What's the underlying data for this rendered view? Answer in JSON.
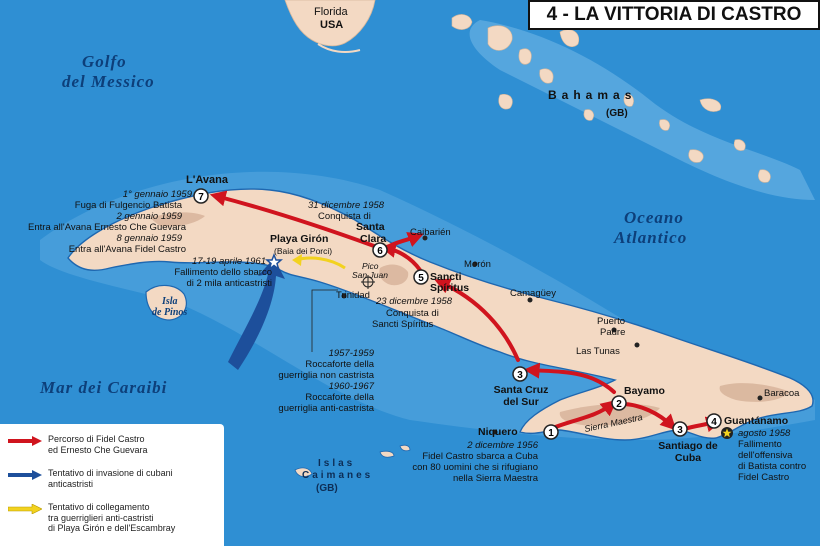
{
  "title": "4 - LA VITTORIA DI CASTRO",
  "colors": {
    "sea": "#2f8fd3",
    "land": "#f3d9c3",
    "castro_route": "#d0141e",
    "invasion": "#1d4f9b",
    "connection": "#f2d21f",
    "shore_shadow": "#1e67b0"
  },
  "seas": {
    "gulf_1": "Golfo",
    "gulf_2": "del Messico",
    "caribbean": "Mar dei Caraibi",
    "ocean_1": "Oceano",
    "ocean_2": "Atlantico"
  },
  "regions": {
    "florida_1": "Florida",
    "florida_2": "USA",
    "bahamas": "Bahamas",
    "bahamas_gb": "(GB)",
    "pinos_1": "Isla",
    "pinos_2": "de Pinos",
    "caimanes_1": "Islas",
    "caimanes_2": "Caimanes",
    "caimanes_gb": "(GB)"
  },
  "places": {
    "moron": "Morón",
    "camaguey": "Camagüey",
    "puerto_padre_1": "Puerto",
    "puerto_padre_2": "Padre",
    "las_tunas": "Las Tunas",
    "baracoa": "Baracoa",
    "caibarien": "Caibarién",
    "trinidad": "Trinidad",
    "pico_1": "Pico",
    "pico_2": "San Juan",
    "sierra": "Sierra Maestra"
  },
  "stops": [
    {
      "n": "1",
      "name": "Niquero",
      "date": "2 dicembre 1956",
      "notes": [
        "Fidel Castro sbarca a Cuba",
        "con 80 uomini che si rifugiano",
        "nella Sierra Maestra"
      ]
    },
    {
      "n": "2",
      "name": "Bayamo"
    },
    {
      "n": "3",
      "name": "Santiago de Cuba",
      "alt_name_1": "Santa Cruz",
      "alt_name_2": "del Sur"
    },
    {
      "n": "4",
      "name": "Guantánamo",
      "date": "agosto 1958",
      "notes": [
        "Fallimento",
        "dell'offensiva",
        "di Batista contro",
        "Fidel Castro"
      ]
    },
    {
      "n": "5",
      "name_1": "Sancti",
      "name_2": "Spíritus",
      "date": "23 dicembre 1958",
      "notes": [
        "Conquista di",
        "Sancti Spíritus"
      ]
    },
    {
      "n": "6",
      "name_1": "Santa",
      "name_2": "Clara",
      "date": "31 dicembre 1958",
      "note": "Conquista di"
    },
    {
      "n": "7",
      "name": "L'Avana",
      "date1": "1° gennaio 1959",
      "note1": "Fuga di Fulgencio Batista",
      "date2": "2 gennaio 1959",
      "note2": "Entra all'Avana Ernesto Che Guevara",
      "date3": "8 gennaio 1959",
      "note3": "Entra all'Avana Fidel Castro"
    }
  ],
  "giron": {
    "name": "Playa Girón",
    "sub": "(Baia dei Porci)",
    "date": "17-19 aprile 1961",
    "note_1": "Fallimento dello sbarco",
    "note_2": "di 2 mila anticastristi"
  },
  "escambray": {
    "date1": "1957-1959",
    "note1_1": "Roccaforte della",
    "note1_2": "guerriglia non castrista",
    "date2": "1960-1967",
    "note2_1": "Roccaforte della",
    "note2_2": "guerriglia anti-castrista"
  },
  "legend": [
    {
      "line1": "Percorso di Fidel Castro",
      "line2": "ed Ernesto Che Guevara"
    },
    {
      "line1": "Tentativo di invasione di cubani",
      "line2": "anticastristi"
    },
    {
      "line1": "Tentativo di collegamento",
      "line2": "tra guerriglieri anti-castristi",
      "line3": "di Playa Girón e dell'Escambray"
    }
  ]
}
